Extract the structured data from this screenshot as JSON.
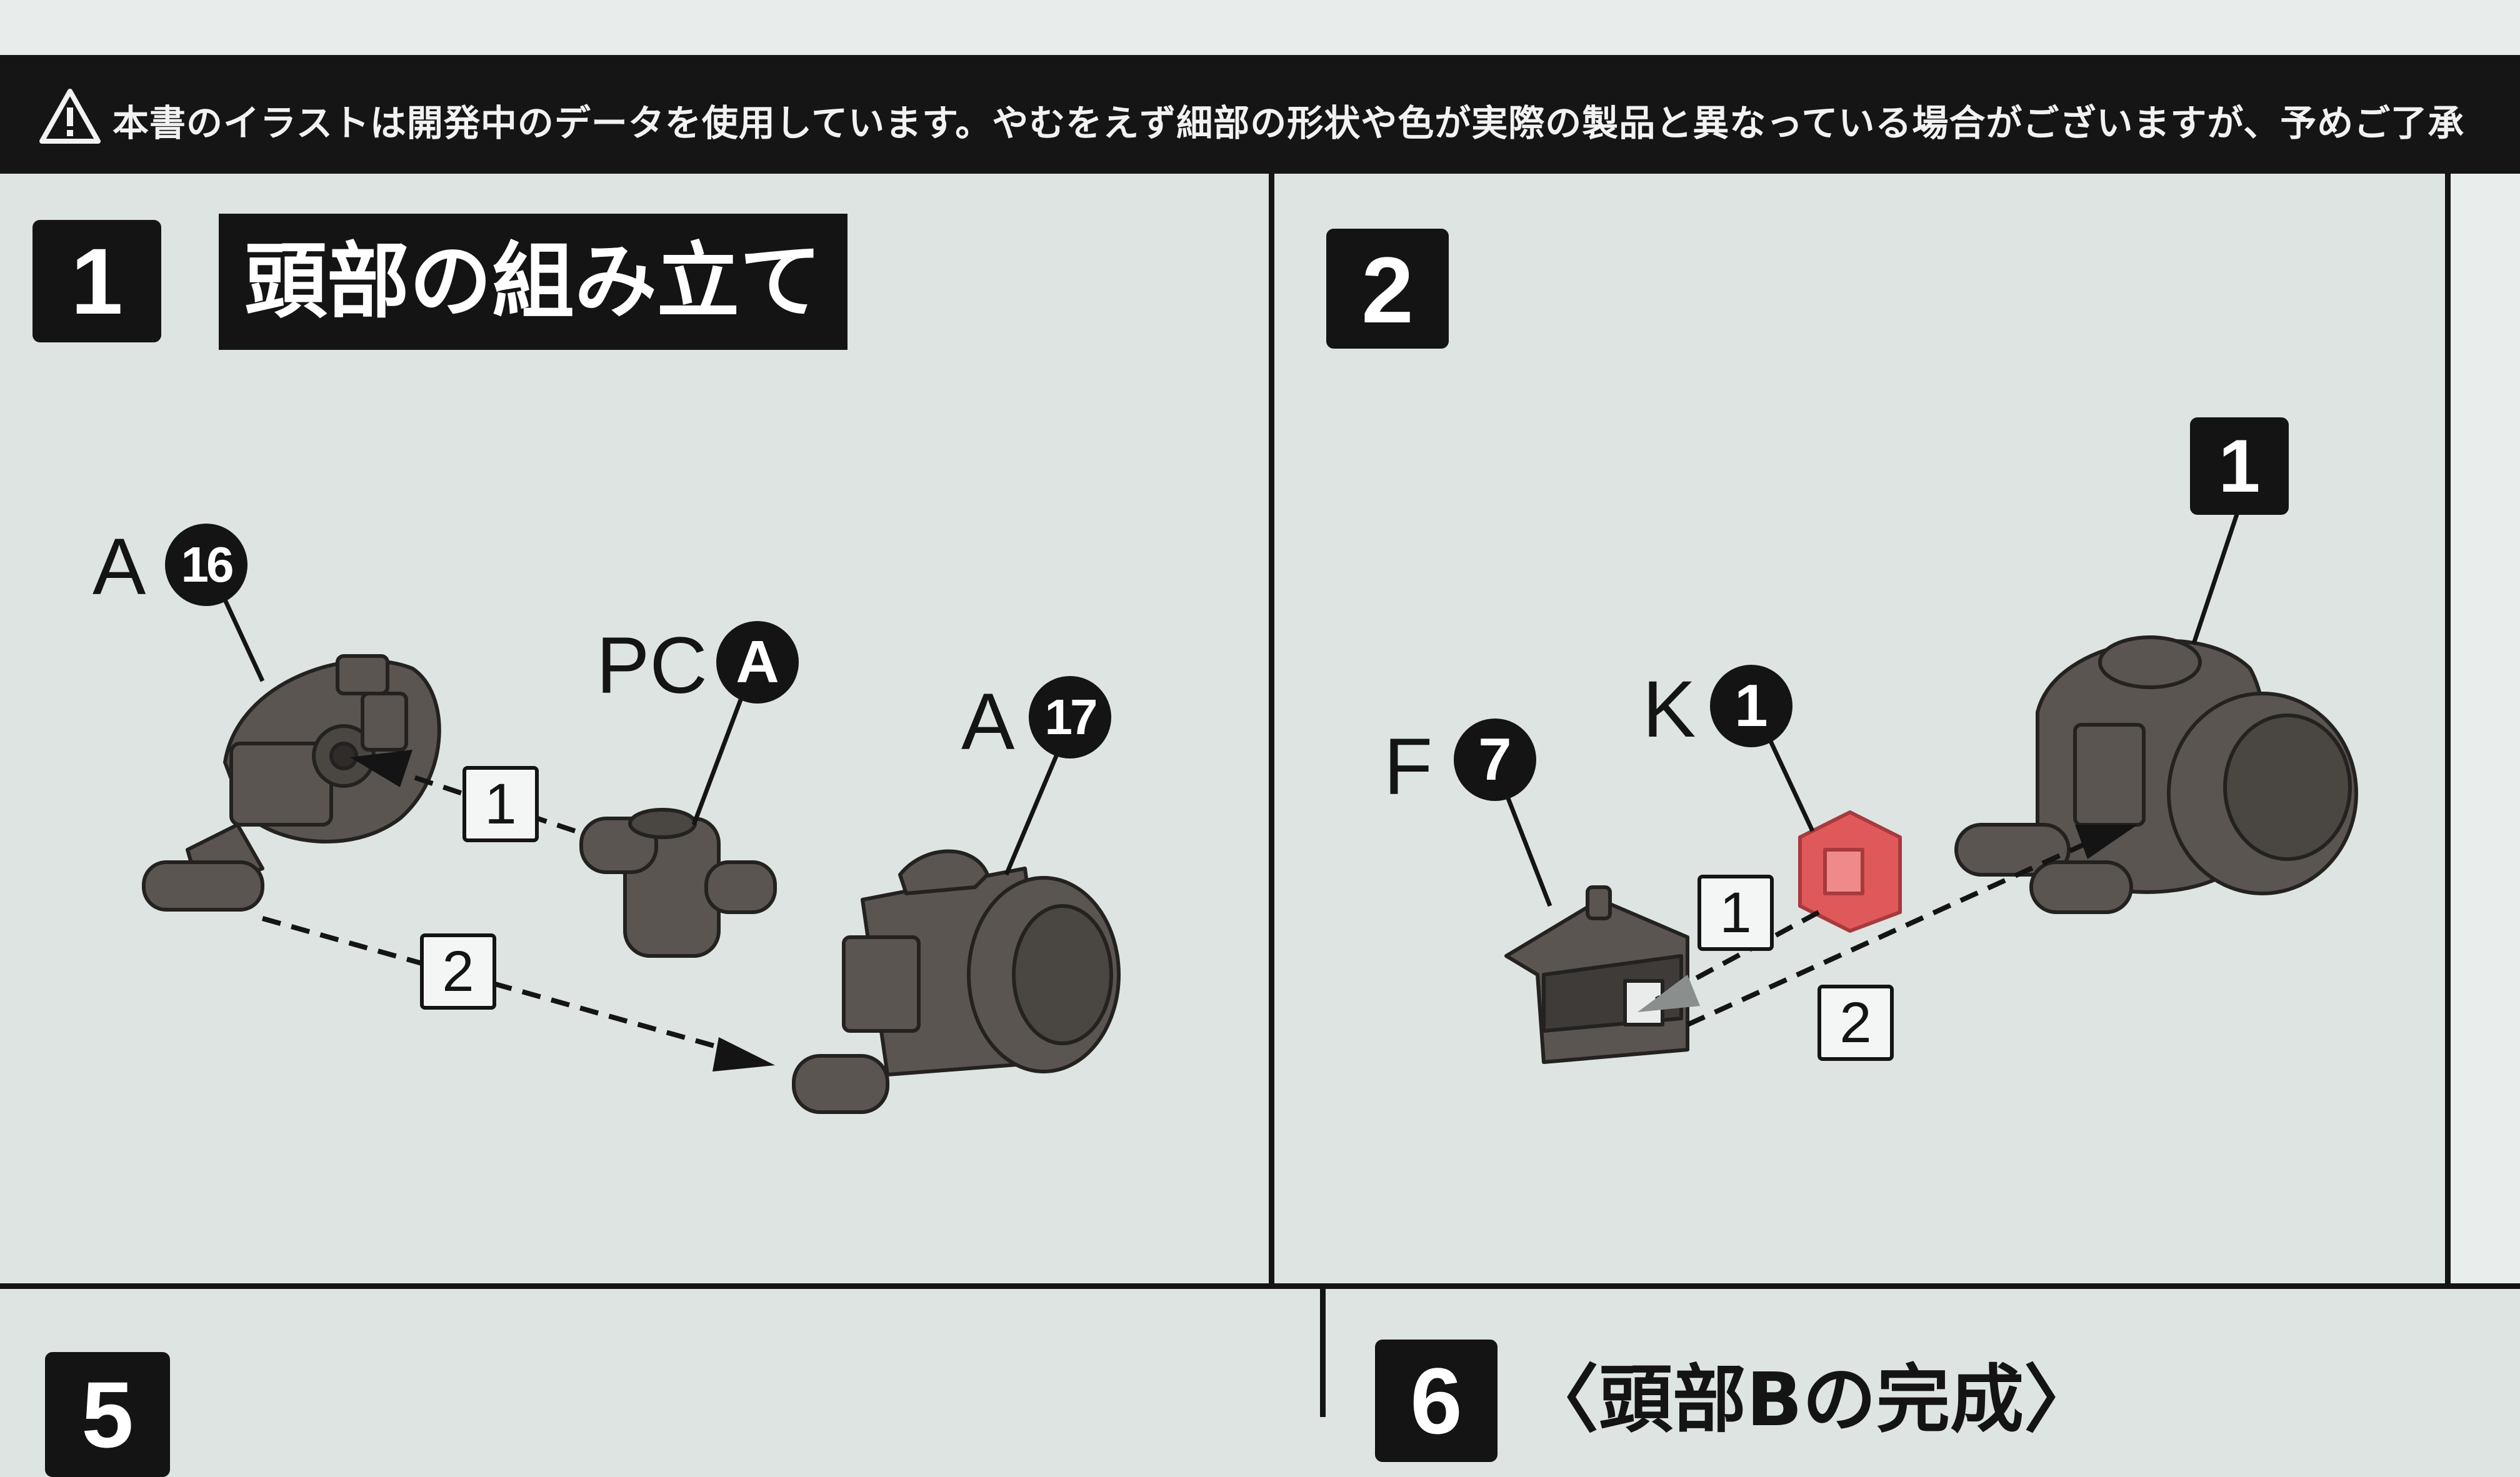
{
  "warning": {
    "icon": "warning-triangle-icon",
    "text": "本書のイラストは開発中のデータを使用しています。やむをえず細部の形状や色が実際の製品と異なっている場合がございますが、予めご了承"
  },
  "step1": {
    "number": "1",
    "title": "頭部の組み立て",
    "parts": [
      {
        "prefix": "A",
        "num": "16"
      },
      {
        "prefix": "PC",
        "num": "A"
      },
      {
        "prefix": "A",
        "num": "17"
      }
    ],
    "sequence": [
      "1",
      "2"
    ]
  },
  "step2": {
    "number": "2",
    "ref": "1",
    "parts": [
      {
        "prefix": "F",
        "num": "7"
      },
      {
        "prefix": "K",
        "num": "1"
      }
    ],
    "sequence": [
      "1",
      "2"
    ]
  },
  "step5": {
    "number": "5"
  },
  "step6": {
    "number": "6",
    "title": "〈頭部Bの完成〉"
  },
  "colors": {
    "ink": "#141414",
    "part_gray": "#5a5550",
    "clear_red": "#e0595a",
    "paper": "#dfe5e3"
  }
}
